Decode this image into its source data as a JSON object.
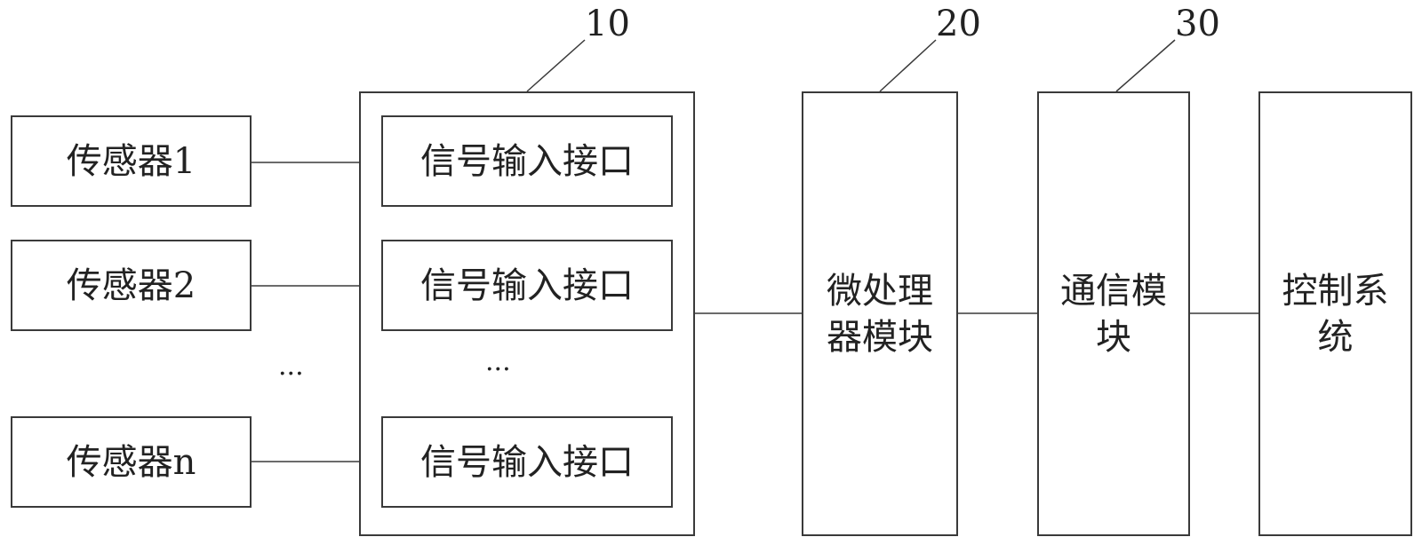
{
  "sensors": [
    "传感器1",
    "传感器2",
    "传感器n"
  ],
  "sensor_ellipsis": "...",
  "interface_labels": [
    "信号输入接口",
    "信号输入接口",
    "信号输入接口"
  ],
  "interface_ellipsis": "...",
  "microprocessor": "微处理器模块",
  "communication": "通信模块",
  "control_system": "控制系统",
  "refs": {
    "interface_group": "10",
    "microprocessor": "20",
    "communication": "30"
  }
}
